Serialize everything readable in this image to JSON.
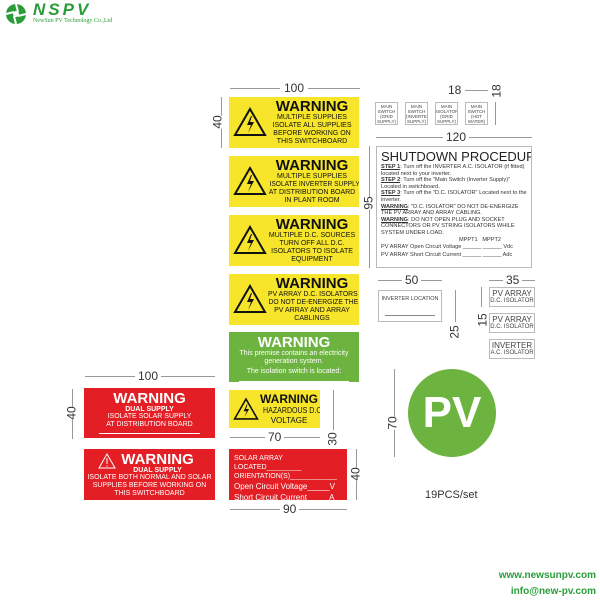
{
  "brand": {
    "name": "NSPV",
    "company": "NewSun PV Technology Co.,Ltd",
    "color": "#2a9d3a"
  },
  "dims": {
    "d100a": "100",
    "d40a": "40",
    "d18a": "18",
    "d18b": "18",
    "d120": "120",
    "d95": "95",
    "d50": "50",
    "d25": "25",
    "d35": "35",
    "d15": "15",
    "d70a": "70",
    "d30": "30",
    "d40b": "40",
    "d90": "90",
    "d100b": "100",
    "d40c": "40",
    "d70b": "70"
  },
  "yellow": [
    {
      "title": "WARNING",
      "lines": [
        "MULTIPLE SUPPLIES",
        "ISOLATE ALL SUPPLIES",
        "BEFORE WORKING ON",
        "THIS SWITCHBOARD"
      ]
    },
    {
      "title": "WARNING",
      "lines": [
        "MULTIPLE SUPPLIES",
        "ISOLATE INVERTER SUPPLY",
        "AT DISTRIBUTION BOARD",
        "IN PLANT ROOM"
      ]
    },
    {
      "title": "WARNING",
      "lines": [
        "MULTIPLE D.C. SOURCES",
        "TURN OFF ALL D.C.",
        "ISOLATORS TO ISOLATE",
        "EQUIPMENT"
      ]
    },
    {
      "title": "WARNING",
      "lines": [
        "PV ARRAY D.C. ISOLATORS",
        "DO NOT DE-ENERGIZE THE",
        "PV ARRAY AND ARRAY",
        "CABLINGS"
      ]
    }
  ],
  "green": {
    "title": "WARNING",
    "line1": "This premise contains an electricity generation system.",
    "line2": "The isolation switch is located:"
  },
  "hazard": {
    "title": "WARNING",
    "lines": [
      "HAZARDOUS D.C.",
      "VOLTAGE"
    ]
  },
  "solar": {
    "l1": "SOLAR ARRAY LOCATED_________",
    "l2": "ORIENTATION(S)____________",
    "l3": "Open Circuit Voltage_____V",
    "l4": "Short Circuit Current_____A"
  },
  "red1": {
    "title": "WARNING",
    "sub": "DUAL SUPPLY",
    "lines": [
      "ISOLATE SOLAR SUPPLY",
      "AT DISTRIBUTION BOARD"
    ]
  },
  "red2": {
    "title": "WARNING",
    "sub": "DUAL SUPPLY",
    "lines": [
      "ISOLATE BOTH NORMAL AND SOLAR",
      "SUPPLIES BEFORE WORKING ON",
      "THIS SWITCHBOARD"
    ]
  },
  "switches": [
    [
      "MAIN",
      "SWITCH",
      "(GRID",
      "SUPPLY)"
    ],
    [
      "MAIN",
      "SWITCH",
      "(INVERTER",
      "SUPPLY)"
    ],
    [
      "MAIN",
      "ISOLATOR",
      "(GRID",
      "SUPPLY)"
    ],
    [
      "MAIN",
      "SWITCH",
      "(HOT",
      "WATER)"
    ]
  ],
  "shutdown": {
    "title": "SHUTDOWN PROCEDURE",
    "s1k": "STEP 1",
    "s1": ": Turn off the INVERTER A.C. ISOLATOR (if fitted) located next to your inverter.",
    "s2k": "STEP 2",
    "s2": ": Turn off the \"Main Switch (Inverter Supply)\" Located in switchboard.",
    "s3k": "STEP 3",
    "s3": ": Turn off the \"D.C. ISOLATOR\" Located next to the inverter.",
    "w1k": "WARNING",
    "w1": ": \"D.C. ISOLATOR\" DO NOT DE-ENERGIZE THE PV ARRAY AND ARRAY CABLING.",
    "w2k": "WARNING",
    "w2": ": DO NOT OPEN PLUG AND SOCKET CONNECTORS OR PV STRING ISOLATORS WHILE SYSTEM UNDER LOAD.",
    "mppt1": "MPPT1",
    "mppt2": "MPPT2",
    "r1": "PV ARRAY Open Circuit Voltage ______ ______ Vdc",
    "r2": "PV ARRAY Short Circuit Current ______ ______ Adc"
  },
  "inverter_location": "INVERTER LOCATION",
  "small": [
    [
      "PV ARRAY",
      "D.C. ISOLATOR"
    ],
    [
      "PV ARRAY",
      "D.C. ISOLATOR"
    ],
    [
      "INVERTER",
      "A.C. ISOLATOR"
    ]
  ],
  "pv": {
    "text": "PV",
    "color": "#6cb33f"
  },
  "set": "19PCS/set",
  "web": "www.newsunpv.com",
  "email": "info@new-pv.com"
}
